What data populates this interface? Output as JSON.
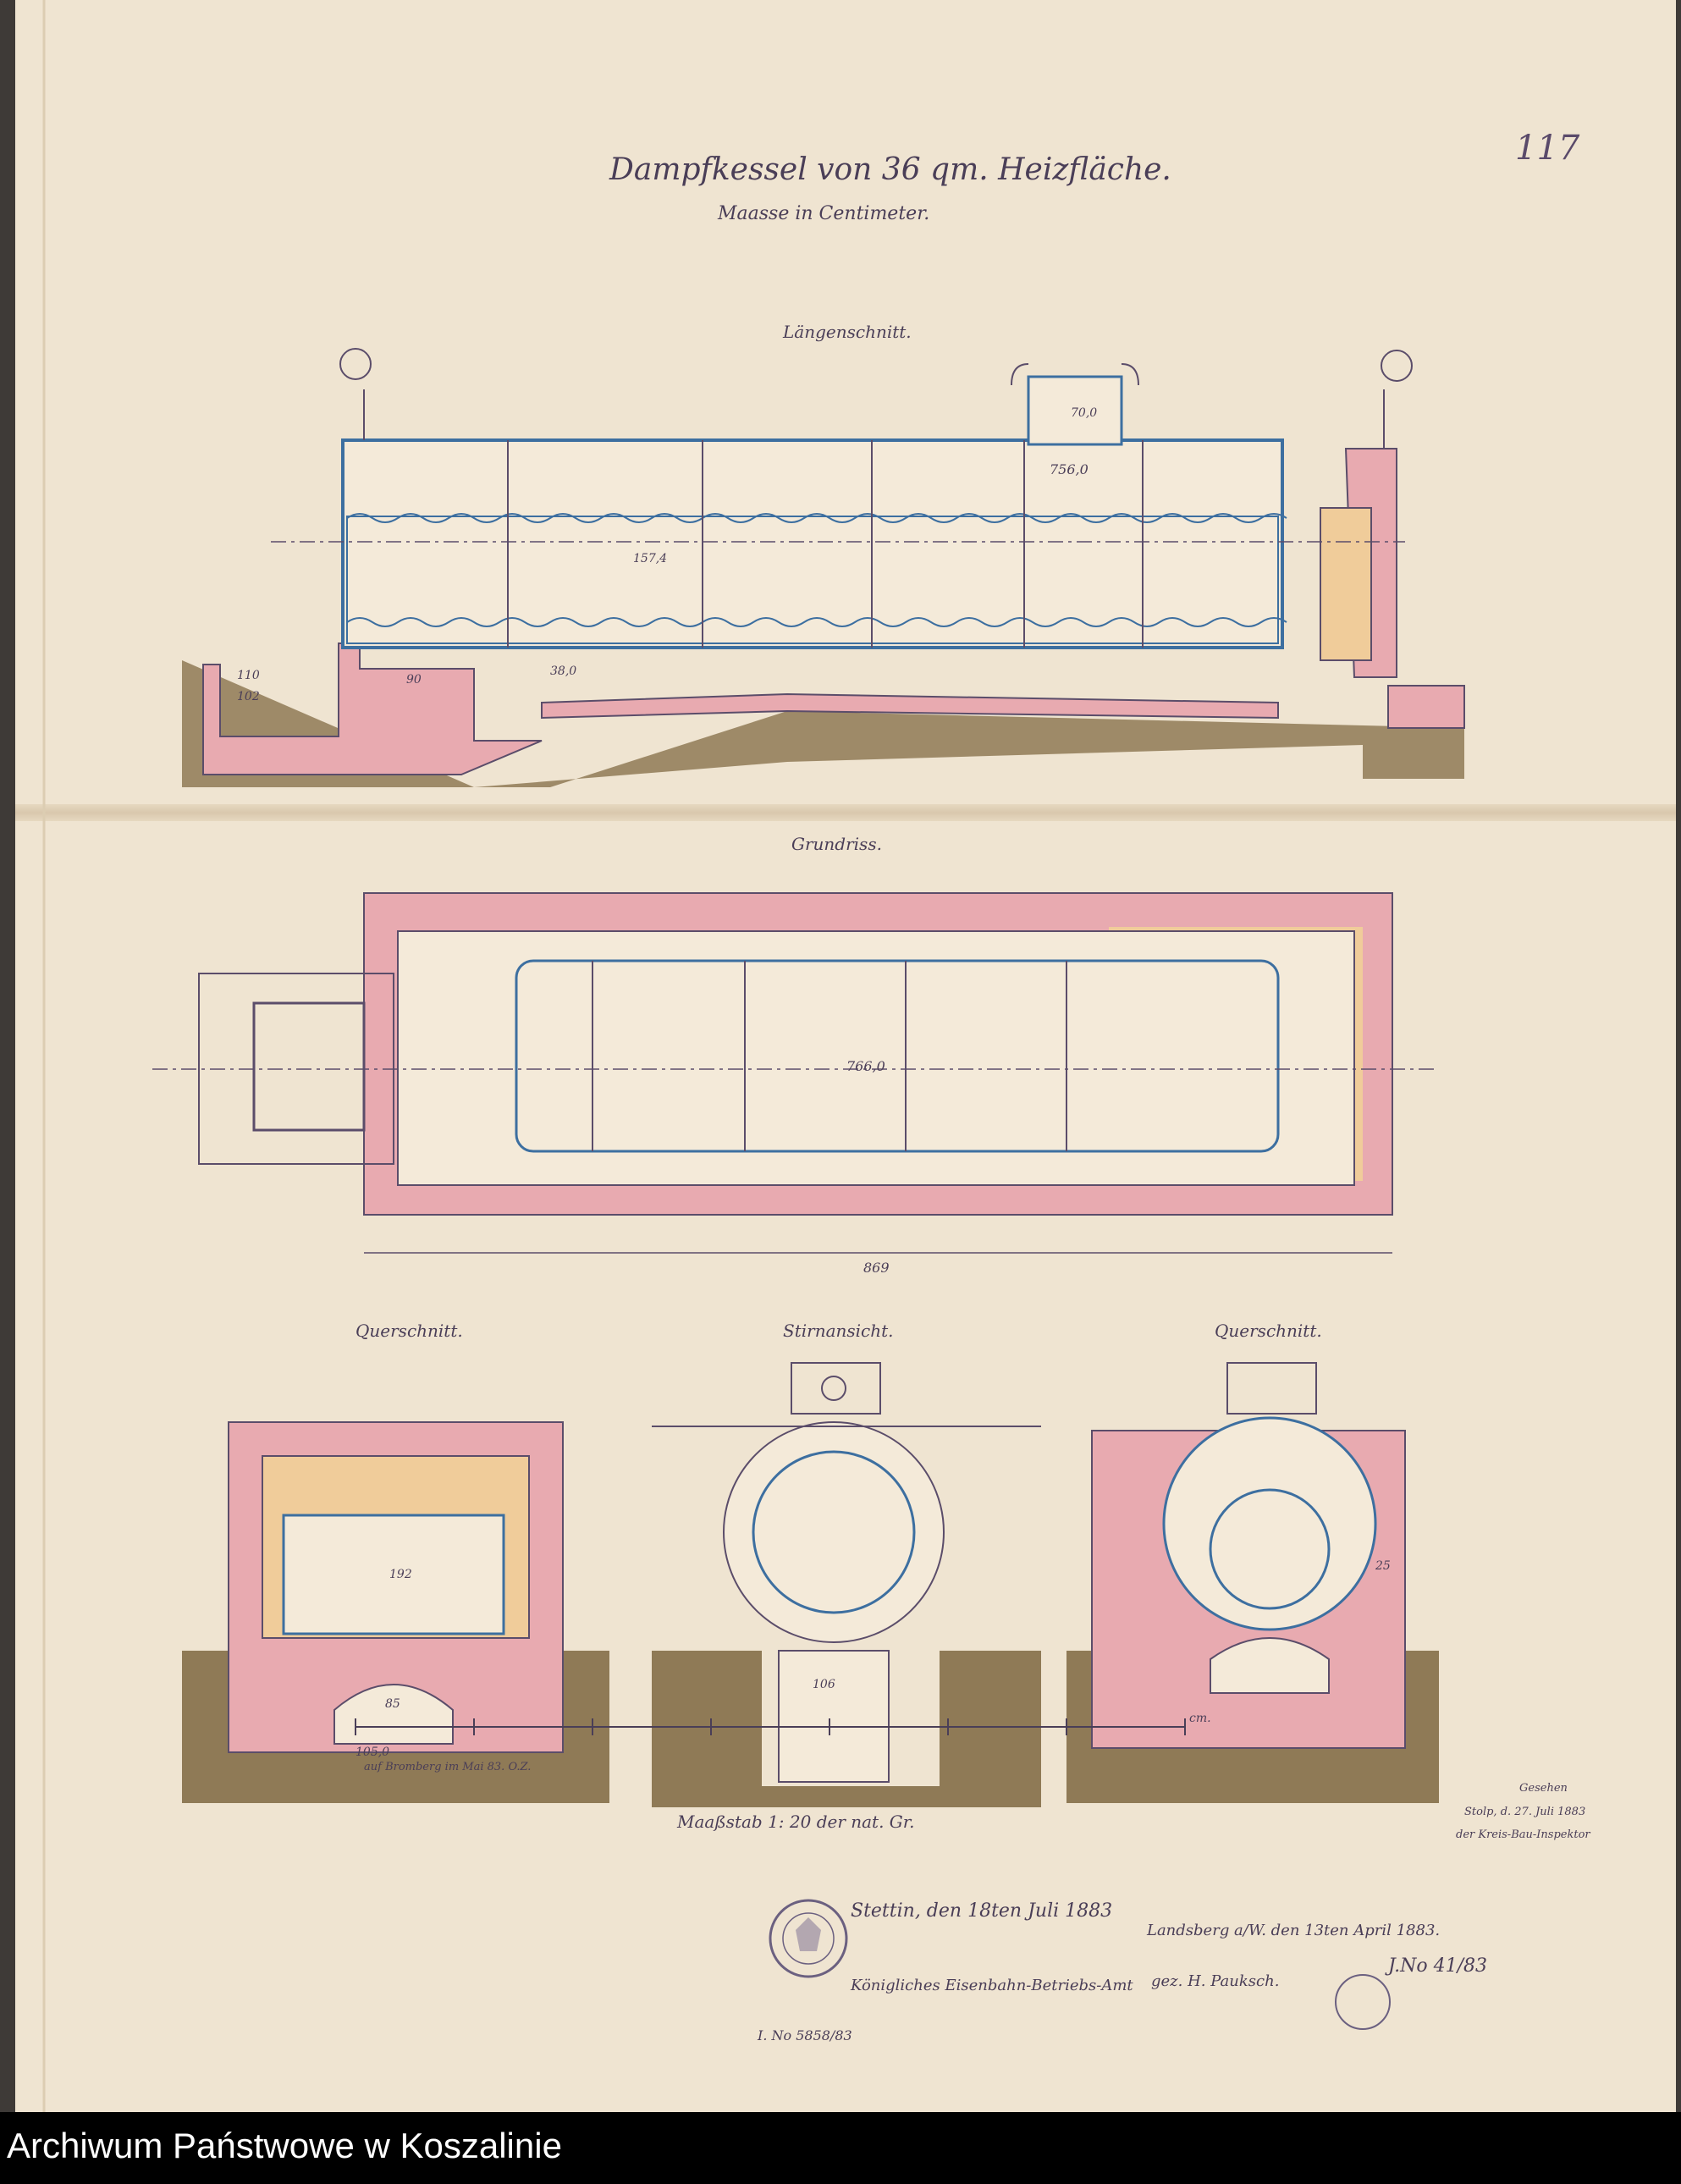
{
  "document": {
    "title": "Dampfkessel von 36 qm. Heizfläche.",
    "subtitle": "Maasse in Centimeter.",
    "folio": "117"
  },
  "sections": {
    "longitudinal": "Längenschnitt.",
    "plan": "Grundriss.",
    "cross_left": "Querschnitt.",
    "front": "Stirnansicht.",
    "cross_right": "Querschnitt."
  },
  "dimensions": {
    "boiler_length": "756,0",
    "plan_length": "766,0",
    "overall_length": "869",
    "dome_width": "70,0",
    "diam": "157,4",
    "d_110": "110",
    "d_102": "102",
    "d_90": "90",
    "d_38": "38,0",
    "d_192": "192",
    "d_105": "105,0",
    "d_106": "106",
    "d_85": "85",
    "d_25": "25"
  },
  "scale": {
    "label": "Maaßstab 1: 20 der nat. Gr.",
    "unit": "cm.",
    "note": "auf Bromberg im Mai 83. O.Z."
  },
  "annotations": {
    "stettin_date": "Stettin, den 18ten Juli 1883",
    "office": "Königliches Eisenbahn-Betriebs-Amt",
    "landsberg": "Landsberg a/W. den 13ten April 1883.",
    "signed": "gez. H. Pauksch.",
    "register": "J.No 41/83",
    "ref": "I. No 5858/83",
    "right_note_1": "Gesehen",
    "right_note_2": "Stolp, d. 27. Juli 1883",
    "right_note_3": "der Kreis-Bau-Inspektor"
  },
  "footer": {
    "archive": "Archiwum Państwowe w Koszalinie"
  },
  "colors": {
    "paper": "#efe4d1",
    "ink": "#4a3e57",
    "brick_pink": "#e8aab0",
    "blue_line": "#3d6fa0",
    "earth": "#8f7a56"
  }
}
